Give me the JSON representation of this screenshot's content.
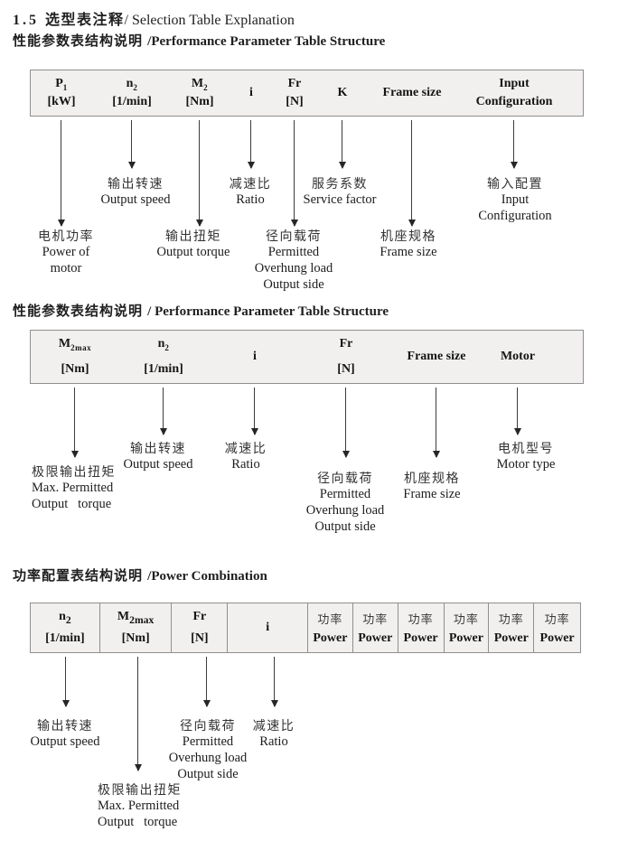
{
  "title": {
    "num": "1.5 ",
    "zh": "选型表注释",
    "slash": "/ ",
    "en": "Selection Table Explanation"
  },
  "colors": {
    "panel_bg": "#f1f0ee",
    "panel_border": "#8f8f8f",
    "arrow": "#2f2f2f",
    "text": "#1f1f1f"
  },
  "s1": {
    "heading_zh": "性能参数表结构说明 ",
    "heading_en": "/Performance Parameter Table Structure",
    "cols": [
      {
        "sym": "P",
        "sub": "1",
        "unit": "[kW]"
      },
      {
        "sym": "n",
        "sub": "2",
        "unit": "[1/min]"
      },
      {
        "sym": "M",
        "sub": "2",
        "unit": "[Nm]"
      },
      {
        "sym": "i"
      },
      {
        "sym": "Fr",
        "unit": "[N]"
      },
      {
        "sym": "K"
      },
      {
        "sym": "Frame size"
      },
      {
        "sym": "Input",
        "unit": "Configuration"
      }
    ],
    "callouts": [
      {
        "l1": "电机功率",
        "l2": "Power of",
        "l3": "motor"
      },
      {
        "l1": "输出转速",
        "l2": "Output speed"
      },
      {
        "l1": "输出扭矩",
        "l2": "Output torque"
      },
      {
        "l1": "减速比",
        "l2": "Ratio"
      },
      {
        "l1": "径向载荷",
        "l2": "Permitted",
        "l3": "Overhung load",
        "l4": "Output side"
      },
      {
        "l1": "服务系数",
        "l2": "Service factor"
      },
      {
        "l1": "机座规格",
        "l2": "Frame size"
      },
      {
        "l1": "输入配置",
        "l2": "Input",
        "l3": "Configuration"
      }
    ]
  },
  "s2": {
    "heading_zh": "性能参数表结构说明 ",
    "heading_en": "/ Performance Parameter Table Structure",
    "cols": [
      {
        "sym": "M",
        "sub": "2max",
        "unit": "[Nm]"
      },
      {
        "sym": "n",
        "sub": "2",
        "unit": "[1/min]"
      },
      {
        "sym": "i"
      },
      {
        "sym": "Fr",
        "unit": "[N]"
      },
      {
        "sym": "Frame size"
      },
      {
        "sym": "Motor"
      }
    ],
    "callouts": [
      {
        "l1": "极限输出扭矩",
        "l2": "Max. Permitted",
        "l3": "Output   torque"
      },
      {
        "l1": "输出转速",
        "l2": "Output speed"
      },
      {
        "l1": "减速比",
        "l2": "Ratio"
      },
      {
        "l1": "径向载荷",
        "l2": "Permitted",
        "l3": "Overhung load",
        "l4": "Output side"
      },
      {
        "l1": "机座规格",
        "l2": "Frame size"
      },
      {
        "l1": "电机型号",
        "l2": "Motor type"
      }
    ]
  },
  "s3": {
    "heading_zh": "功率配置表结构说明 ",
    "heading_en": "/Power Combination",
    "cols": [
      {
        "sym": "n",
        "sub": "2",
        "unit": "[1/min]"
      },
      {
        "sym": "M",
        "sub": "2max",
        "unit": "[Nm]"
      },
      {
        "sym": "Fr",
        "unit": "[N]"
      },
      {
        "sym": "i"
      }
    ],
    "power_zh": "功率",
    "power_en": "Power",
    "power_count": 6,
    "callouts": [
      {
        "l1": "输出转速",
        "l2": "Output speed"
      },
      {
        "l1": "极限输出扭矩",
        "l2": "Max. Permitted",
        "l3": "Output   torque"
      },
      {
        "l1": "径向载荷",
        "l2": "Permitted",
        "l3": "Overhung load",
        "l4": "Output side"
      },
      {
        "l1": "减速比",
        "l2": "Ratio"
      }
    ]
  }
}
